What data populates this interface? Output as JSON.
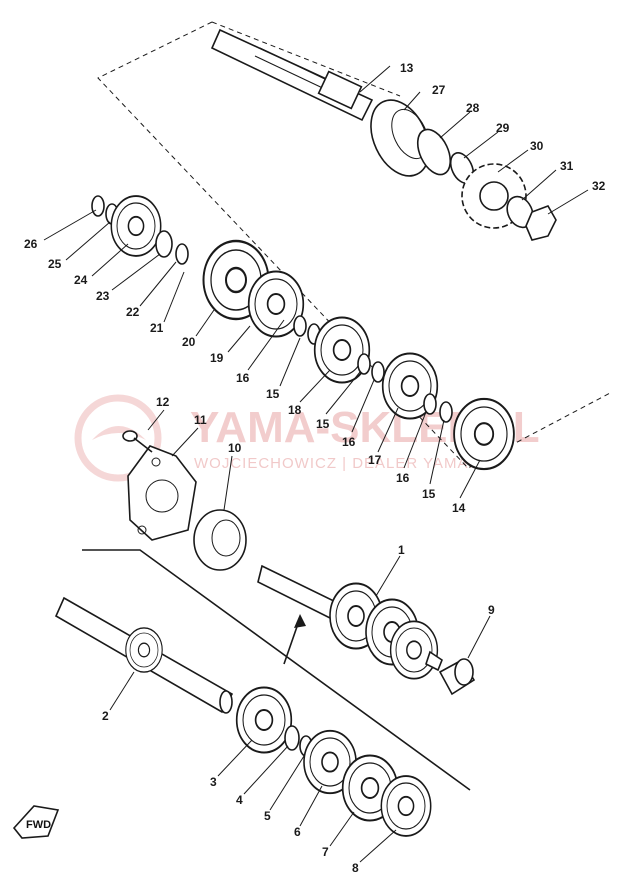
{
  "watermark": {
    "main": "YAMA-SKLEP.PL",
    "sub": "WOJCIECHOWICZ | DEALER YAMAHA"
  },
  "fwd_label": "FWD",
  "callouts": [
    "1",
    "2",
    "3",
    "4",
    "5",
    "6",
    "7",
    "8",
    "9",
    "10",
    "11",
    "12",
    "13",
    "14",
    "15",
    "15",
    "15",
    "16",
    "16",
    "16",
    "17",
    "18",
    "19",
    "20",
    "21",
    "22",
    "23",
    "24",
    "25",
    "26",
    "27",
    "28",
    "29",
    "30",
    "31",
    "32"
  ],
  "colors": {
    "ink": "#1a1a1a",
    "watermark": "#e8a6a6"
  }
}
